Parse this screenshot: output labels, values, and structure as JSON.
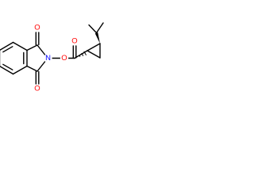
{
  "structure": {
    "atoms": {
      "o_imide_top": {
        "symbol": "O",
        "color": "#FF0000"
      },
      "o_imide_bottom": {
        "symbol": "O",
        "color": "#FF0000"
      },
      "n_imide": {
        "symbol": "N",
        "color": "#0000FF"
      },
      "o_ester_link": {
        "symbol": "O",
        "color": "#FF0000"
      },
      "o_carbonyl": {
        "symbol": "O",
        "color": "#FF0000"
      }
    },
    "stereo": {
      "cyclopropane_ester_carbon": "dashed-wedge",
      "cyclopropane_isopropyl_carbon": "bold-wedge"
    },
    "bond_color": "#000000",
    "background": "#ffffff"
  }
}
